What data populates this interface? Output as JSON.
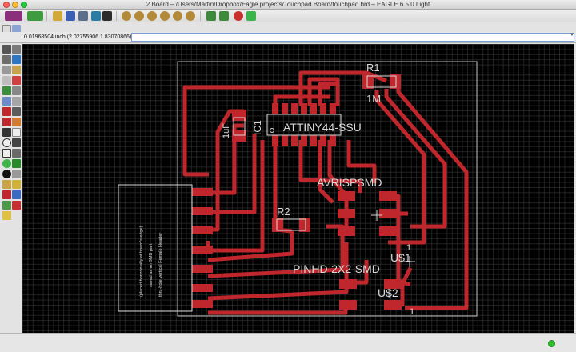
{
  "window": {
    "title": "2 Board – /Users/Martin/Dropbox/Eagle projects/Touchpad Board/touchpad.brd – EAGLE 6.5.0 Light"
  },
  "coordinates": {
    "readout": "0.01968504 inch (2.02755906 1.83070866)"
  },
  "command": {
    "value": ""
  },
  "board": {
    "labels": {
      "r1": "R1",
      "r1_value": "1M",
      "ic1": "IC1",
      "ic1_value": "ATTINY44-SSU",
      "cap_value": "1uF",
      "avrisp": "AVRISPSMD",
      "r2": "R2",
      "us1": "U$1",
      "pin1_a": "1",
      "pinhd": "PINHD-2X2-SMD",
      "us2": "U$2",
      "pin1_b": "1"
    },
    "notes": [
      "(placed horizontally at board's edge)",
      "saved as an SMD part",
      "thru-hole vertical Female Header"
    ]
  },
  "colors": {
    "trace": "#c0272d",
    "pad": "#c0272d",
    "silk": "#d8d8d8",
    "outline": "#bfbfbf",
    "background": "#000000"
  },
  "icons": {
    "toolbar": [
      "eagle-logo-icon",
      "cam-icon",
      "open-icon",
      "save-icon",
      "print-icon",
      "cut-icon",
      "zoom-fit-icon",
      "zoom-in-icon",
      "zoom-out-icon",
      "zoom-select-icon",
      "redraw-icon",
      "undo-icon",
      "redo-icon",
      "stop-icon",
      "go-icon"
    ],
    "status": "status-ok-icon"
  }
}
